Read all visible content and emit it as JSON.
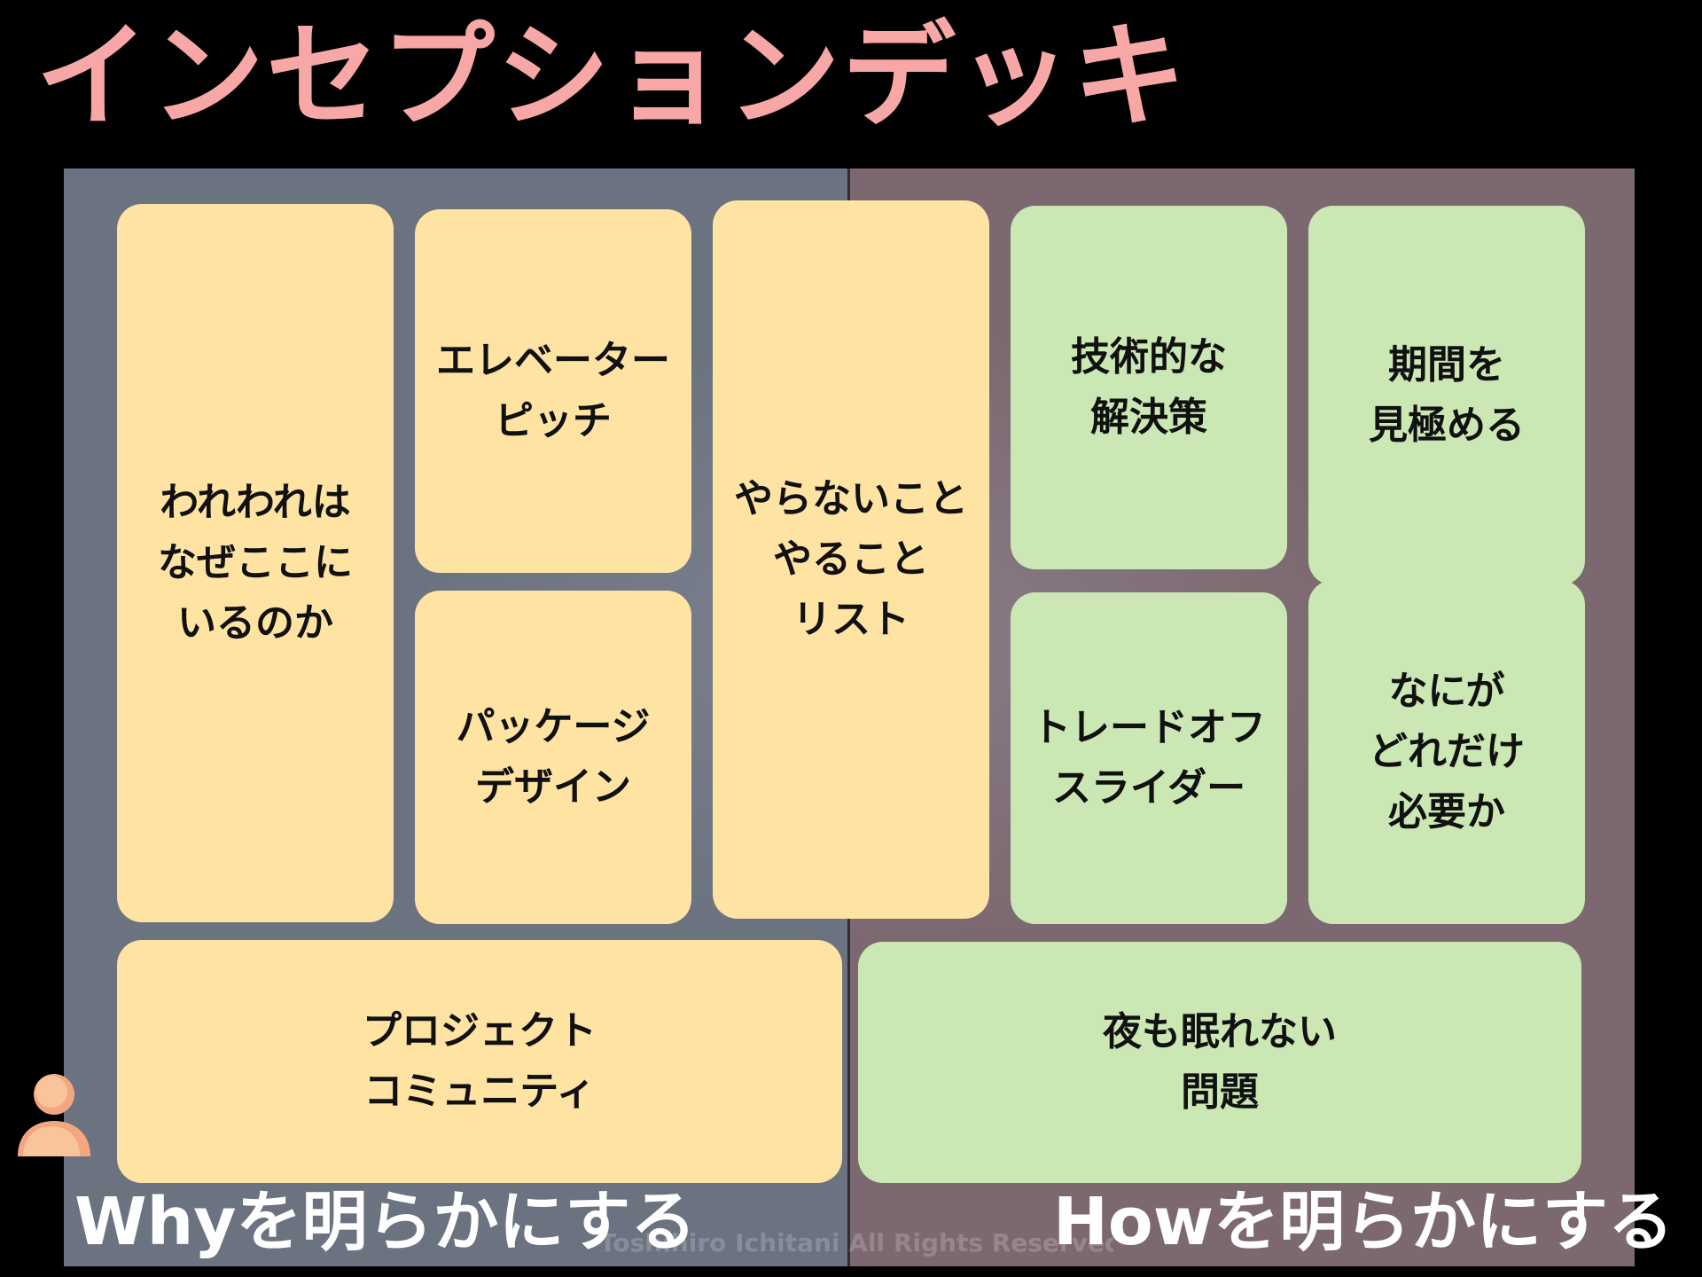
{
  "title": "インセプションデッキ",
  "cards": {
    "why_here": "われわれは\nなぜここに\nいるのか",
    "elevator_pitch": "エレベーター\nピッチ",
    "package_design": "パッケージ\nデザイン",
    "not_list": "やらないこと\nやること\nリスト",
    "tech_solution": "技術的な\n解決策",
    "timebox": "期間を\n見極める",
    "tradeoff_sliders": "トレードオフ\nスライダー",
    "what_how_much": "なにが\nどれだけ\n必要か",
    "project_community": "プロジェクト\nコミュニティ",
    "sleepless_problems": "夜も眠れない\n問題"
  },
  "footer": {
    "why": "Whyを明らかにする",
    "how": "Howを明らかにする"
  },
  "watermark": "Toshihiro Ichitani All Rights Reserved.",
  "icons": {
    "avatar": "person-icon"
  },
  "colors": {
    "title": "#f7a7a6",
    "why_panel": "#6b7280",
    "how_panel": "#7c6870",
    "why_card": "#fee3a3",
    "how_card": "#cbe8b4",
    "avatar": "#f4a77e"
  }
}
